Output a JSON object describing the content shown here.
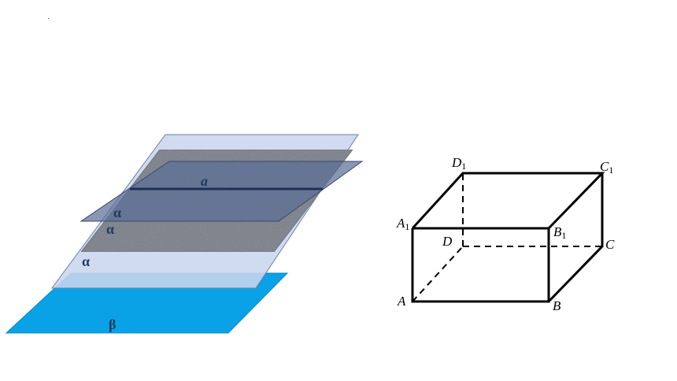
{
  "planes_figure": {
    "line_label": "a",
    "alpha_labels": [
      "α",
      "α",
      "α"
    ],
    "beta_label": "β",
    "colors": {
      "beta_fill": "#0aa2e6",
      "alpha_light_fill": "#c9d6ee",
      "alpha_texture_base": "#8a8f98",
      "alpha_front_fill": "#5c6f97",
      "line_color": "#1d2f55",
      "outline": "#3a4a6a"
    }
  },
  "cuboid_figure": {
    "vertices": {
      "A": {
        "letter": "A",
        "sub": ""
      },
      "B": {
        "letter": "B",
        "sub": ""
      },
      "C": {
        "letter": "C",
        "sub": ""
      },
      "D": {
        "letter": "D",
        "sub": ""
      },
      "A1": {
        "letter": "A",
        "sub": "1"
      },
      "B1": {
        "letter": "B",
        "sub": "1"
      },
      "C1": {
        "letter": "C",
        "sub": "1"
      },
      "D1": {
        "letter": "D",
        "sub": "1"
      }
    }
  }
}
